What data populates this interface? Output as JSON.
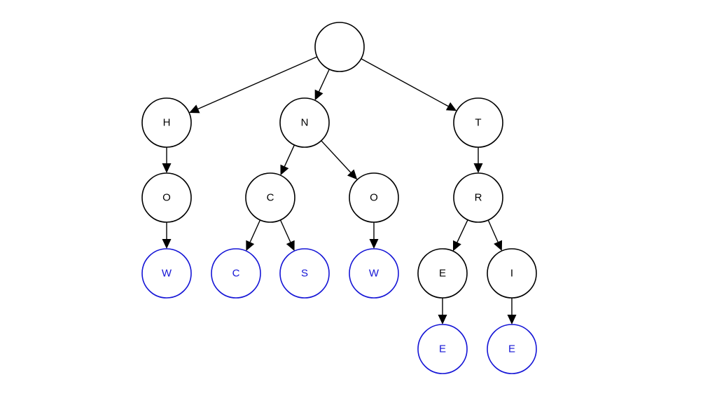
{
  "colors": {
    "internal": "#000000",
    "terminal": "#1515d6"
  },
  "nodes": [
    {
      "id": "root",
      "label": "",
      "terminal": false
    },
    {
      "id": "h",
      "label": "H",
      "terminal": false
    },
    {
      "id": "n",
      "label": "N",
      "terminal": false
    },
    {
      "id": "t",
      "label": "T",
      "terminal": false
    },
    {
      "id": "ho",
      "label": "O",
      "terminal": false
    },
    {
      "id": "nc",
      "label": "C",
      "terminal": false
    },
    {
      "id": "no",
      "label": "O",
      "terminal": false
    },
    {
      "id": "tr",
      "label": "R",
      "terminal": false
    },
    {
      "id": "how",
      "label": "W",
      "terminal": true
    },
    {
      "id": "ncc",
      "label": "C",
      "terminal": true
    },
    {
      "id": "ncs",
      "label": "S",
      "terminal": true
    },
    {
      "id": "now",
      "label": "W",
      "terminal": true
    },
    {
      "id": "tre",
      "label": "E",
      "terminal": false
    },
    {
      "id": "tri",
      "label": "I",
      "terminal": false
    },
    {
      "id": "tree",
      "label": "E",
      "terminal": true
    },
    {
      "id": "trie",
      "label": "E",
      "terminal": true
    }
  ],
  "edges": [
    {
      "from": "root",
      "to": "h"
    },
    {
      "from": "root",
      "to": "n"
    },
    {
      "from": "root",
      "to": "t"
    },
    {
      "from": "h",
      "to": "ho"
    },
    {
      "from": "n",
      "to": "nc"
    },
    {
      "from": "n",
      "to": "no"
    },
    {
      "from": "t",
      "to": "tr"
    },
    {
      "from": "ho",
      "to": "how"
    },
    {
      "from": "nc",
      "to": "ncc"
    },
    {
      "from": "nc",
      "to": "ncs"
    },
    {
      "from": "no",
      "to": "now"
    },
    {
      "from": "tr",
      "to": "tre"
    },
    {
      "from": "tr",
      "to": "tri"
    },
    {
      "from": "tre",
      "to": "tree"
    },
    {
      "from": "tri",
      "to": "trie"
    }
  ]
}
